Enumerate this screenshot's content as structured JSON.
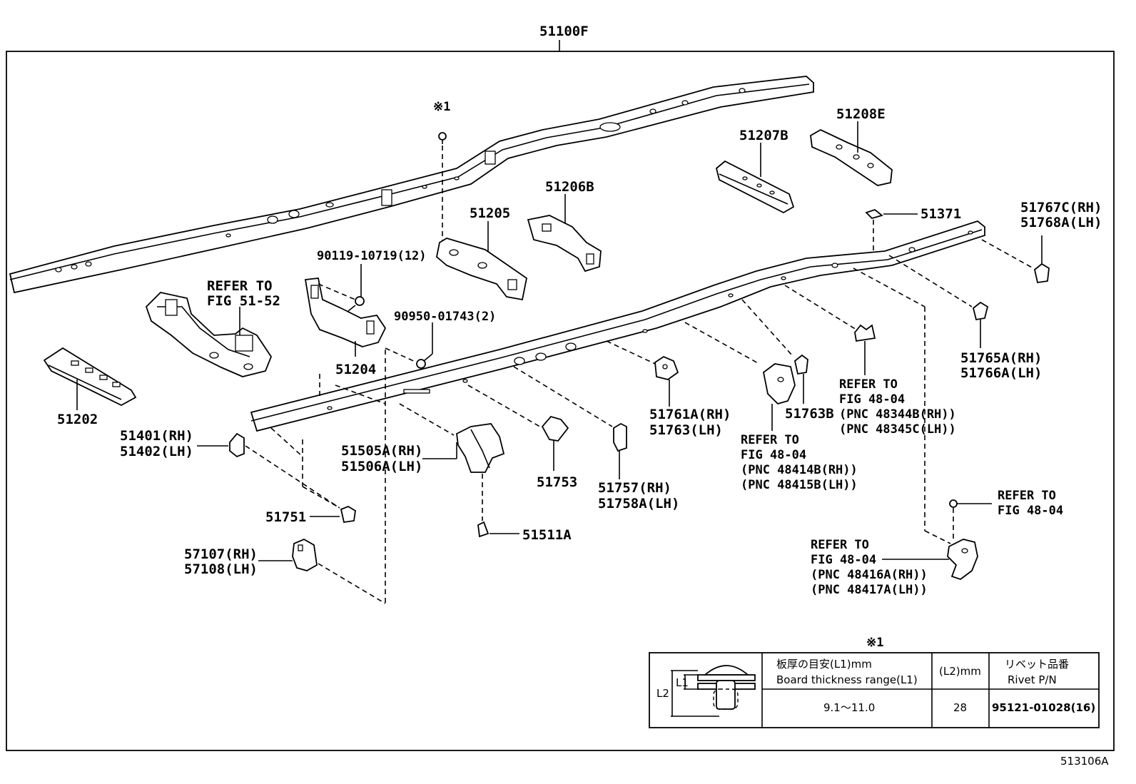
{
  "diagram": {
    "assembly_label": "51100F",
    "figure_code": "513106A",
    "note_mark": "※1",
    "labels": {
      "p51202": "51202",
      "p_refer_5152_a": "REFER TO",
      "p_refer_5152_b": "FIG 51-52",
      "p51204": "51204",
      "p90119": "90119-10719(12)",
      "p90950": "90950-01743(2)",
      "p51205": "51205",
      "p51206b": "51206B",
      "p51207b": "51207B",
      "p51208e": "51208E",
      "p51371": "51371",
      "p51767c": "51767C(RH)",
      "p51768a": "51768A(LH)",
      "p51765a": "51765A(RH)",
      "p51766a": "51766A(LH)",
      "p51401": "51401(RH)",
      "p51402": "51402(LH)",
      "p51505a": "51505A(RH)",
      "p51506a": "51506A(LH)",
      "p51753": "51753",
      "p51757": "51757(RH)",
      "p51758a": "51758A(LH)",
      "p51761a": "51761A(RH)",
      "p51763": "51763(LH)",
      "p51763b": "51763B",
      "p51751": "51751",
      "p51511a": "51511A",
      "p57107": "57107(RH)",
      "p57108": "57108(LH)",
      "r1a": "REFER TO",
      "r1b": "FIG 48-04",
      "r1c": "(PNC 48414B(RH))",
      "r1d": "(PNC 48415B(LH))",
      "r2a": "REFER TO",
      "r2b": "FIG 48-04",
      "r2c": "(PNC 48344B(RH))",
      "r2d": "(PNC 48345C(LH))",
      "r3a": "REFER TO",
      "r3b": "FIG 48-04",
      "r4a": "REFER TO",
      "r4b": "FIG 48-04",
      "r4c": "(PNC 48416A(RH))",
      "r4d": "(PNC 48417A(LH))"
    }
  },
  "rivet_table": {
    "title": "※1",
    "col_thickness_jp": "板厚の目安(L1)mm",
    "col_thickness_en": "Board thickness range(L1)",
    "col_l2": "(L2)mm",
    "col_rivet_jp": "リベット品番",
    "col_rivet_en": "Rivet P/N",
    "dim_l1": "L1",
    "dim_l2": "L2",
    "row": {
      "thickness": "9.1～11.0",
      "l2": "28",
      "rivet_pn": "95121-01028(16)"
    }
  }
}
